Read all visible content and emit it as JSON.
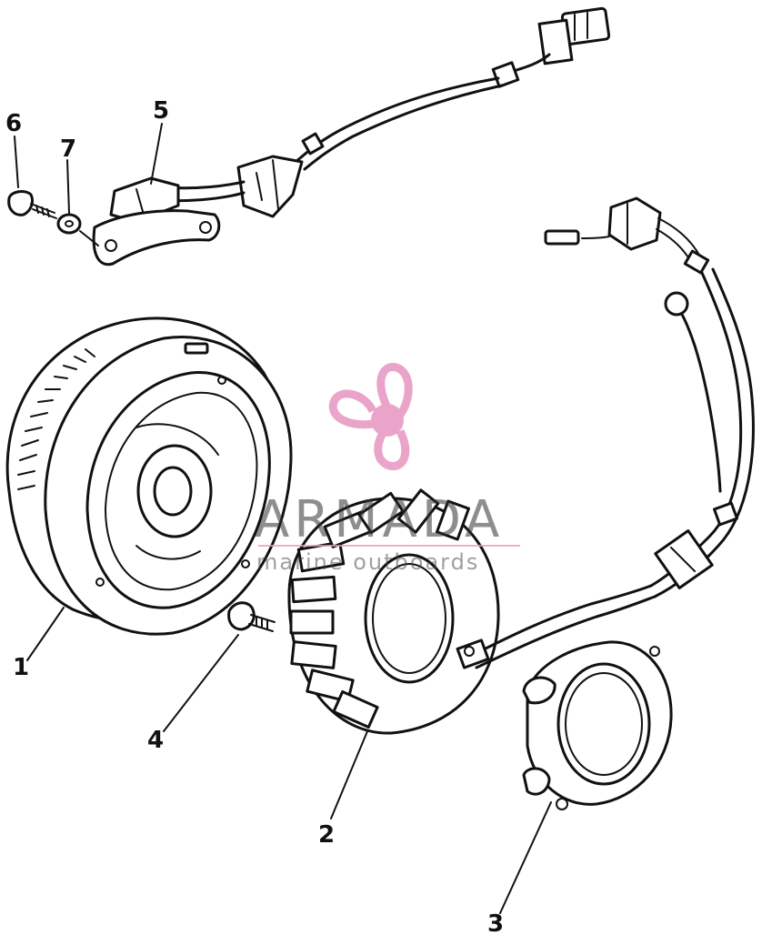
{
  "callouts": {
    "c1": "1",
    "c2": "2",
    "c3": "3",
    "c4": "4",
    "c5": "5",
    "c6": "6",
    "c7": "7"
  },
  "watermark": {
    "brand": "ARMADA",
    "tagline": "marine outboards",
    "logo_color": "#e89bc4"
  }
}
